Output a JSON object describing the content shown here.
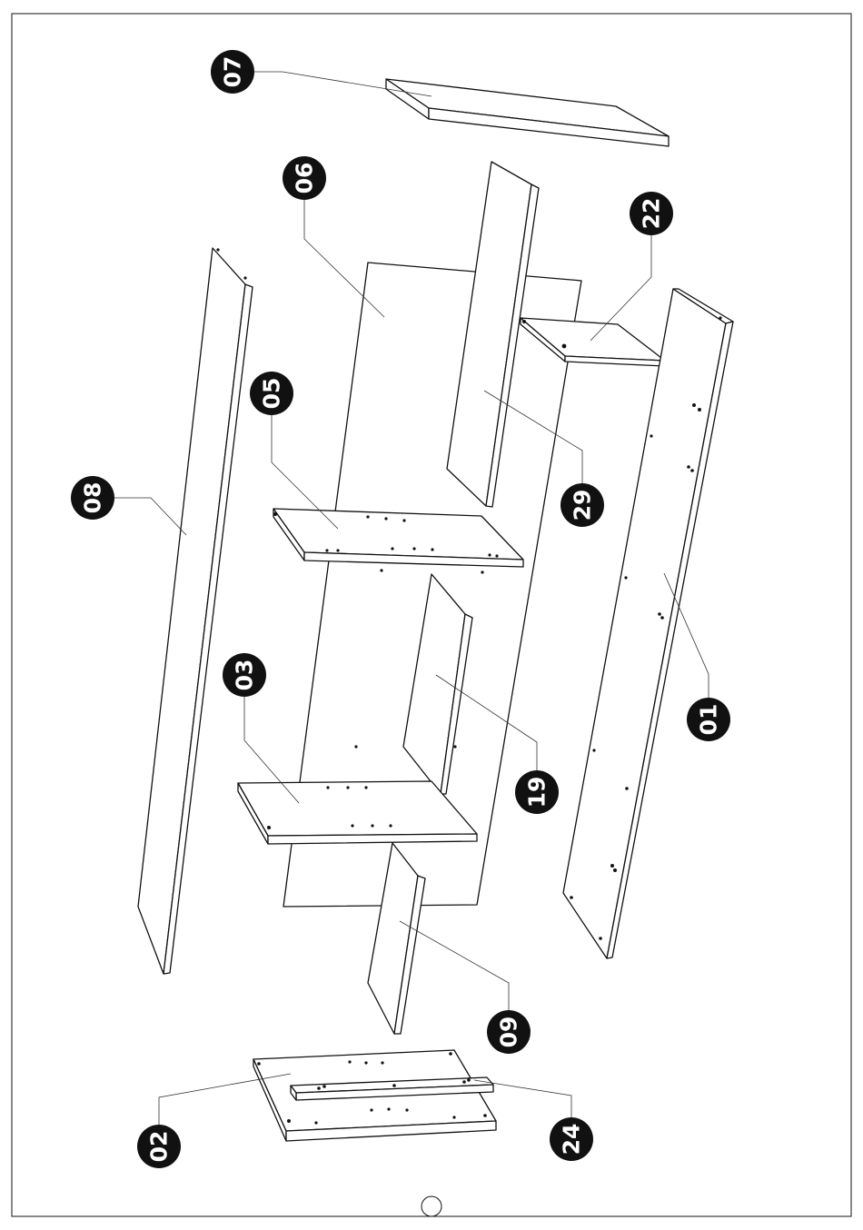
{
  "parts": [
    {
      "id": "part-01",
      "label": "01"
    },
    {
      "id": "part-02",
      "label": "02"
    },
    {
      "id": "part-03",
      "label": "03"
    },
    {
      "id": "part-05",
      "label": "05"
    },
    {
      "id": "part-06",
      "label": "06"
    },
    {
      "id": "part-07",
      "label": "07"
    },
    {
      "id": "part-08",
      "label": "08"
    },
    {
      "id": "part-09",
      "label": "09"
    },
    {
      "id": "part-19",
      "label": "19"
    },
    {
      "id": "part-22",
      "label": "22"
    },
    {
      "id": "part-24",
      "label": "24"
    },
    {
      "id": "part-29",
      "label": "29"
    }
  ],
  "colors": {
    "line": "#111111",
    "badge": "#111111",
    "badge_text": "#ffffff",
    "paper": "#ffffff"
  }
}
